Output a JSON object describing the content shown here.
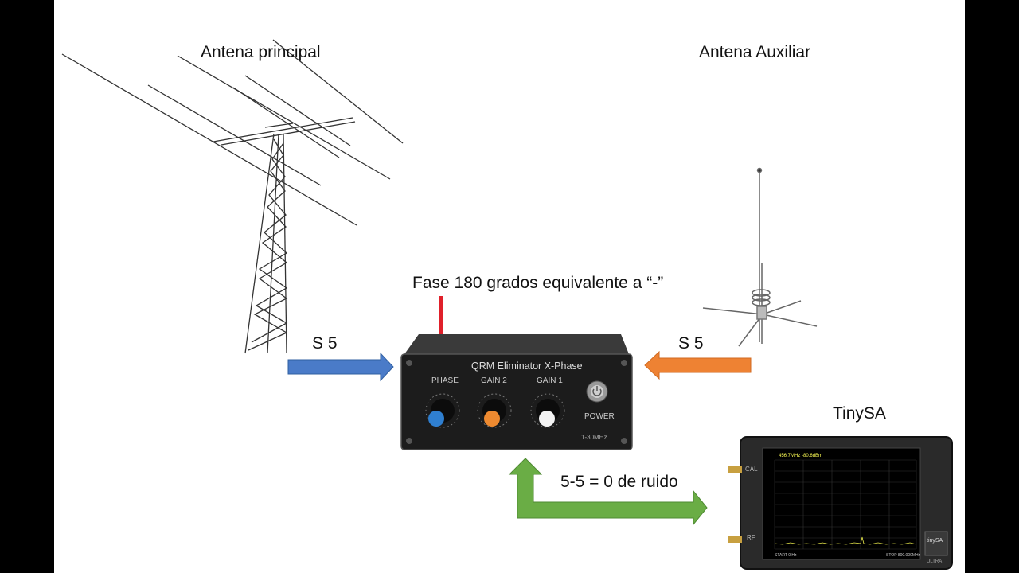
{
  "labels": {
    "main_antenna": "Antena principal",
    "aux_antenna": "Antena Auxiliar",
    "phase_note": "Fase 180 grados equivalente a “-”",
    "signal_left": "S 5",
    "signal_right": "S 5",
    "analyzer": "TinySA",
    "result": "5-5 = 0 de ruido"
  },
  "device": {
    "title": "QRM Eliminator  X-Phase",
    "knob_phase": "PHASE",
    "knob_gain2": "GAIN 2",
    "knob_gain1": "GAIN 1",
    "power": "POWER",
    "range": "1-30MHz",
    "knob_colors": [
      "#2f7fd0",
      "#ee8a30",
      "#f4f4f4"
    ]
  },
  "tinysa": {
    "header": "456.7MHz  -80.6dBm",
    "cal": "CAL",
    "rf": "RF",
    "start": "START 0 Hz",
    "stop": "STOP 800.000MHz",
    "brand": "tinySA",
    "ultra": "ULTRA"
  },
  "colors": {
    "arrow_left": "#4a7bc8",
    "arrow_right": "#ee8233",
    "arrow_bottom": "#6aad45",
    "arrow_phase": "#e0202a"
  }
}
